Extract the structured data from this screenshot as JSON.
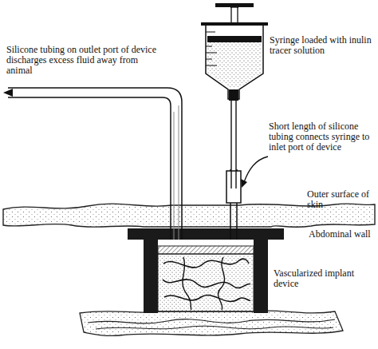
{
  "diagram": {
    "labels": [
      "Silicone tubing on outlet port of device discharges excess fluid away from animal",
      "Syringe loaded with inulin tracer solution",
      "Short length of silicone tubing connects syringe to inlet port of device",
      "Outer surface of skin",
      "Abdominal wall",
      "Vascularized implant device"
    ]
  }
}
